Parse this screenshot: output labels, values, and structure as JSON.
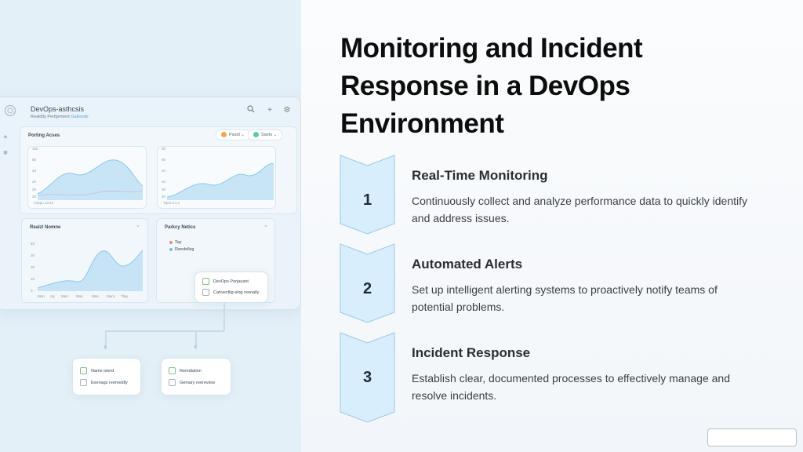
{
  "slide": {
    "title": "Monitoring and Incident Response in a DevOps Environment"
  },
  "illustration": {
    "app_title": "DevOps-asthcsis",
    "app_subtitle": "Realdity Perfgement",
    "app_subtitle_accent": "Galtonde",
    "header_icons": [
      "search-icon",
      "plus-icon",
      "settings-icon"
    ],
    "filters": [
      {
        "label": "Pasid",
        "chevron": "⌄",
        "color": "#f0a94a"
      },
      {
        "label": "Saets",
        "chevron": "⌄",
        "color": "#5cc7a8"
      }
    ],
    "panels": {
      "top": {
        "title": "Porting Acses",
        "left_yticks": [
          "100",
          "80",
          "40",
          "20",
          "30",
          "20"
        ],
        "left_footer": "Tuepn 13:44",
        "right_yticks": [
          "90",
          "60",
          "40",
          "40",
          "30",
          "20"
        ],
        "right_footer": "Tqes 3.1.1"
      },
      "bottom_left": {
        "title": "Realzl Nomne",
        "chevron": "⌄",
        "yticks": [
          "40",
          "30",
          "20",
          "10",
          "0"
        ],
        "xticks": [
          "Man",
          "Ag",
          "Man",
          "Man",
          "Man",
          "Mant",
          "Tlag"
        ]
      },
      "bottom_right": {
        "title": "Parkcy Netics",
        "chevron": "⌄",
        "legend": [
          {
            "label": "Tay",
            "color": "#f08a7a"
          },
          {
            "label": "Reedellsg",
            "color": "#7ab8e0"
          }
        ]
      }
    },
    "popover": {
      "items": [
        {
          "label": "DevOps Porjauant",
          "checked": true
        },
        {
          "label": "Canvectlig-slog reenally",
          "checked": false
        }
      ]
    },
    "flow_cards": [
      {
        "items": [
          {
            "label": "Name islerd",
            "checked": true
          },
          {
            "label": "Exenags reemedlly",
            "checked": false
          }
        ]
      },
      {
        "items": [
          {
            "label": "Remidation",
            "checked": true
          },
          {
            "label": "Gemary reereview",
            "checked": false
          }
        ]
      }
    ]
  },
  "steps": [
    {
      "number": "1",
      "title": "Real-Time  Monitoring",
      "description": "Continuously collect and analyze performance data to quickly identify and address issues."
    },
    {
      "number": "2",
      "title": "Automated Alerts",
      "description": "Set up intelligent alerting systems to proactively notify teams of potential problems."
    },
    {
      "number": "3",
      "title": "Incident  Response",
      "description": "Establish clear, documented processes to effectively manage and resolve incidents."
    }
  ],
  "colors": {
    "step_fill": "#d8eefc",
    "step_stroke": "#9cc8e6",
    "chart_fill": "#bfe1f5",
    "chart_stroke": "#8cc6ea",
    "left_bg": "#e4f0f8"
  }
}
